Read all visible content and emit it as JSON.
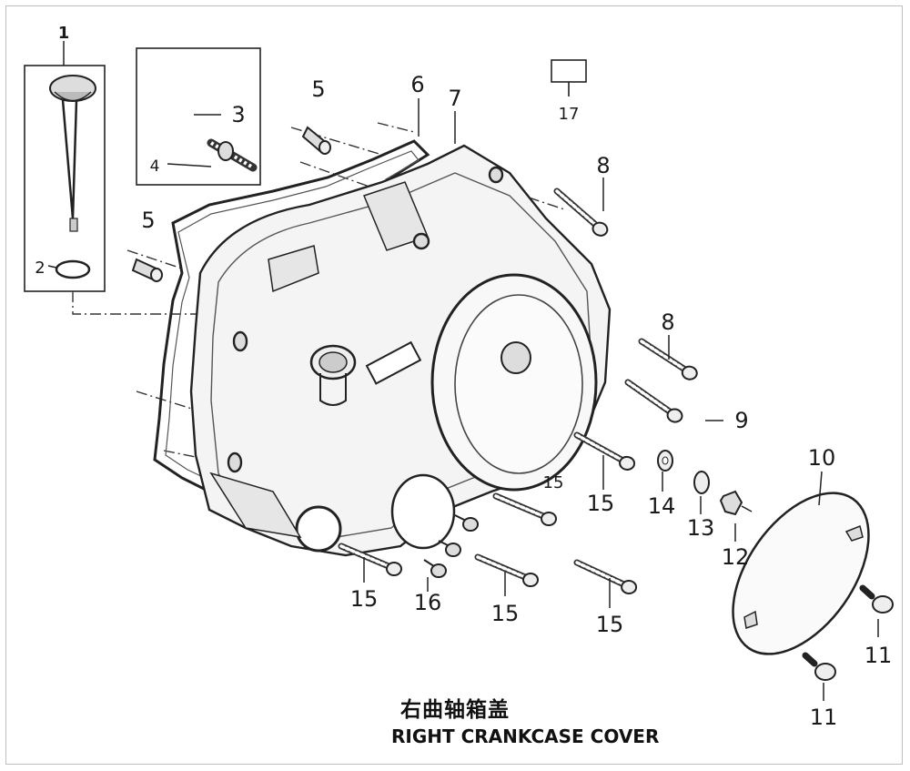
{
  "title_cn": "右曲轴箱盖",
  "title_en": "RIGHT CRANKCASE COVER",
  "callouts": {
    "c1": "1",
    "c2": "2",
    "c3": "3",
    "c4": "4",
    "c5a": "5",
    "c5b": "5",
    "c6": "6",
    "c7": "7",
    "c8a": "8",
    "c8b": "8",
    "c9": "9",
    "c10": "10",
    "c11a": "11",
    "c11b": "11",
    "c12": "12",
    "c13": "13",
    "c14": "14",
    "c15a": "15",
    "c15b": "15",
    "c15c": "15",
    "c15d": "15",
    "c15e": "15",
    "c16": "16",
    "c17": "17"
  }
}
